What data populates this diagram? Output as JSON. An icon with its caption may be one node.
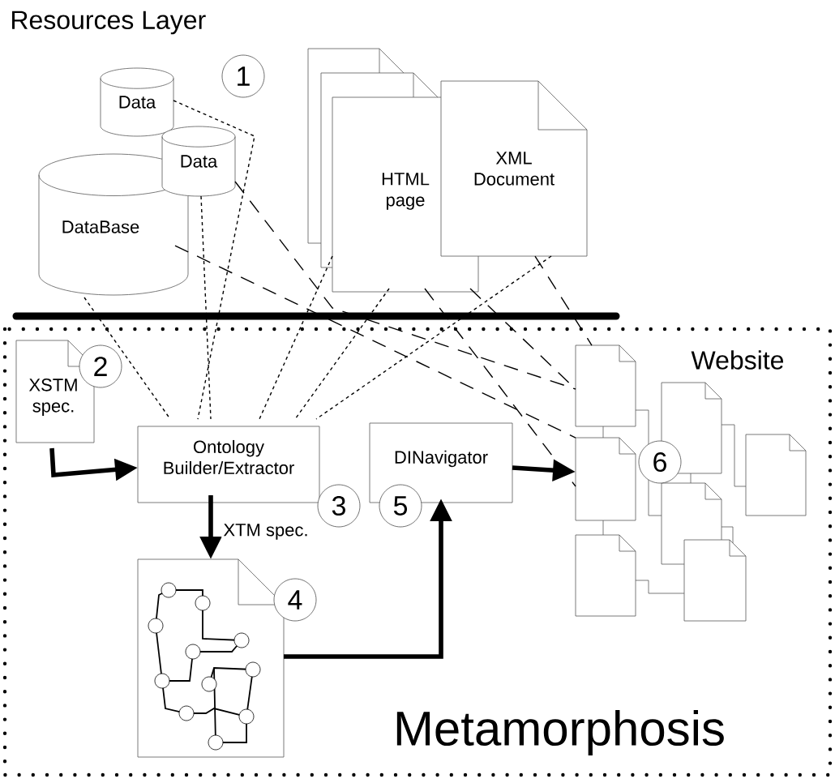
{
  "diagram": {
    "nodes": [
      {
        "text": [
          "Data"
        ]
      },
      {
        "text": [
          "Data"
        ]
      },
      {
        "text": [
          "DataBase"
        ]
      },
      {
        "text": [
          "HTML page"
        ]
      },
      {
        "text": [
          "XML Document"
        ]
      },
      {
        "text": [
          "Metamorphosis"
        ]
      },
      {
        "text": [
          "XSTM spec."
        ],
        "in": 5,
        "beside": [
          "2"
        ]
      },
      {
        "text": [
          "Ontology Builder/Extractor"
        ],
        "in": 5,
        "beside": [
          "3"
        ]
      },
      {
        "text": [],
        "shape": "picture",
        "in": 5,
        "beside": [
          "4"
        ]
      },
      {
        "text": [
          "DINavigator"
        ],
        "in": 5,
        "beside": [
          "5"
        ]
      },
      {
        "text": [],
        "shape": "picture",
        "in": 5
      }
    ],
    "edges": [
      {
        "from": 6,
        "to": 7,
        "arrow": "to",
        "style": "thick"
      },
      {
        "from": 7,
        "to": 8,
        "arrow": "to",
        "style": "thick",
        "label": "XTM spec."
      },
      {
        "from": 8,
        "to": 9,
        "arrow": "to",
        "style": "thick"
      },
      {
        "from": 9,
        "to": 10,
        "arrow": "to",
        "style": "thick"
      },
      {
        "from": 2,
        "to": 7,
        "arrow": "none",
        "style": "dashed"
      },
      {
        "from": 0,
        "to": 7,
        "arrow": "none",
        "style": "dashed"
      },
      {
        "from": 1,
        "to": 7,
        "arrow": "none",
        "style": "dashed"
      },
      {
        "from": 3,
        "to": 7,
        "arrow": "none",
        "style": "dashed"
      },
      {
        "from": 3,
        "to": 7,
        "arrow": "none",
        "style": "dashed"
      },
      {
        "from": 4,
        "to": 7,
        "arrow": "none",
        "style": "dashed"
      },
      {
        "from": 1,
        "to": 10,
        "arrow": "none",
        "style": "dashed"
      },
      {
        "from": 2,
        "to": 10,
        "arrow": "none",
        "style": "dashed"
      },
      {
        "from": 3,
        "to": 10,
        "arrow": "none",
        "style": "dashed"
      },
      {
        "from": 3,
        "to": 10,
        "arrow": "none",
        "style": "dashed"
      },
      {
        "from": 4,
        "to": 10,
        "arrow": "none",
        "style": "dashed"
      }
    ],
    "labels": [
      "Resources Layer",
      "1",
      "Website",
      "6"
    ]
  }
}
